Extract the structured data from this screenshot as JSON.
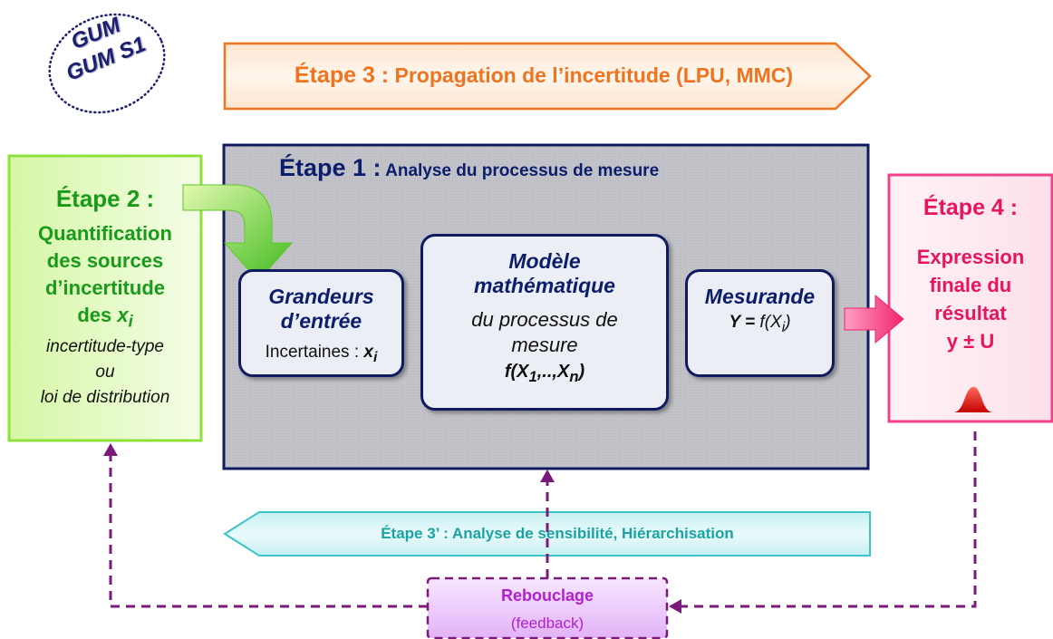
{
  "stamp": {
    "line1": "GUM",
    "line2": "GUM S1"
  },
  "step3": {
    "label": "Étape 3 :",
    "text": "Propagation de l’incertitude (LPU, MMC)"
  },
  "step1": {
    "label": "Étape 1 :",
    "text": "Analyse du processus de mesure"
  },
  "grandeurs": {
    "title1": "Grandeurs",
    "title2": "d’entrée",
    "sub": "Incertaines : ",
    "var": "x",
    "var_sub": "i"
  },
  "modele": {
    "line1": "Modèle",
    "line2": "mathématique",
    "line3": "du processus de",
    "line4": "mesure",
    "formula_f": "f(X",
    "formula_sub1": "1",
    "formula_mid": ",..,X",
    "formula_subn": "n",
    "formula_end": ")"
  },
  "mesurande": {
    "title": "Mesurande",
    "eq_lhs": "Y = ",
    "eq_f": "f(X",
    "eq_sub": "i",
    "eq_end": ")"
  },
  "step2": {
    "label": "Étape 2 :",
    "line1": "Quantification",
    "line2": "des sources",
    "line3": "d’incertitude",
    "line4": "des ",
    "var": "x",
    "var_sub": "i",
    "opt1": "incertitude-type",
    "opt2": "ou",
    "opt3": "loi de distribution"
  },
  "step4": {
    "label": "Étape 4 :",
    "line1": "Expression",
    "line2": "finale du",
    "line3": "résultat",
    "line4": "y ± U"
  },
  "step3prime": {
    "text": "Étape 3’ : Analyse de sensibilité, Hiérarchisation"
  },
  "feedback": {
    "line1": "Rebouclage",
    "line2": "(feedback)"
  },
  "colors": {
    "orange": "#f07420",
    "navy": "#0b1d6b",
    "green": "#1a9a1a",
    "pink": "#e8145e",
    "teal": "#18a4a4",
    "purple": "#b21fcf",
    "dash": "#7a1a7a"
  }
}
